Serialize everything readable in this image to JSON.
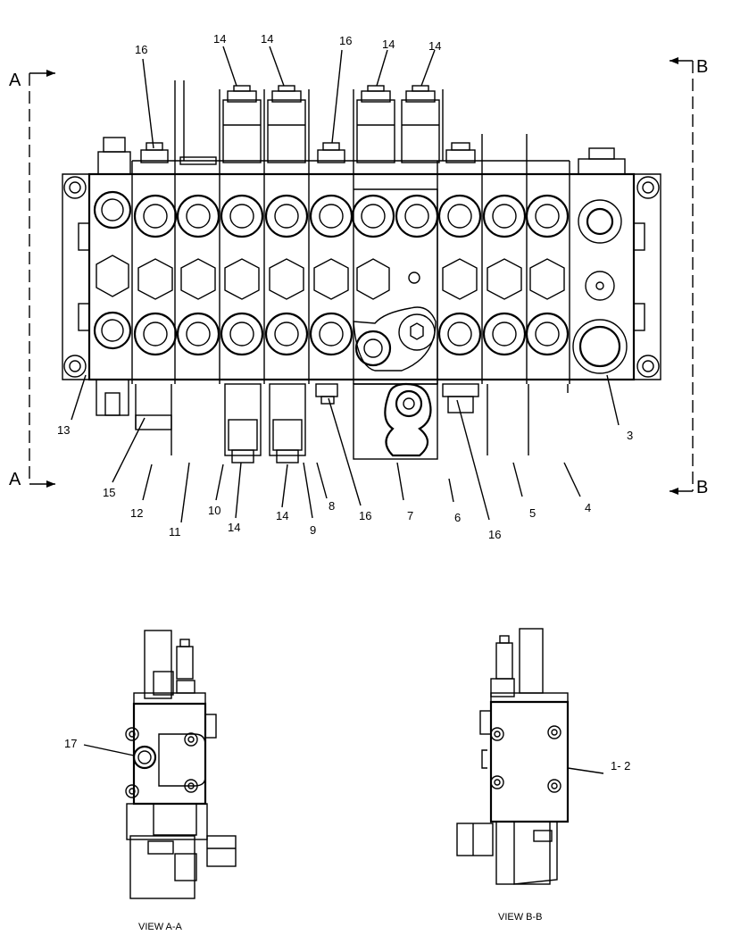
{
  "section_labels": {
    "a_left_top": "A",
    "a_left_bottom": "A",
    "b_right_top": "B",
    "b_right_bottom": "B"
  },
  "callouts": [
    {
      "id": "c16a",
      "text": "16"
    },
    {
      "id": "c14a",
      "text": "14"
    },
    {
      "id": "c14b",
      "text": "14"
    },
    {
      "id": "c16b",
      "text": "16"
    },
    {
      "id": "c14c",
      "text": "14"
    },
    {
      "id": "c14d",
      "text": "14"
    },
    {
      "id": "c13",
      "text": "13"
    },
    {
      "id": "c3",
      "text": "3"
    },
    {
      "id": "c15",
      "text": "15"
    },
    {
      "id": "c12",
      "text": "12"
    },
    {
      "id": "c11",
      "text": "11"
    },
    {
      "id": "c10",
      "text": "10"
    },
    {
      "id": "c14e",
      "text": "14"
    },
    {
      "id": "c14f",
      "text": "14"
    },
    {
      "id": "c9",
      "text": "9"
    },
    {
      "id": "c8",
      "text": "8"
    },
    {
      "id": "c16c",
      "text": "16"
    },
    {
      "id": "c7",
      "text": "7"
    },
    {
      "id": "c6",
      "text": "6"
    },
    {
      "id": "c16d",
      "text": "16"
    },
    {
      "id": "c5",
      "text": "5"
    },
    {
      "id": "c4",
      "text": "4"
    },
    {
      "id": "c17",
      "text": "17"
    },
    {
      "id": "c12b",
      "text": "1- 2"
    }
  ],
  "views": {
    "view_aa": "VIEW A-A",
    "view_bb": "VIEW B-B"
  }
}
